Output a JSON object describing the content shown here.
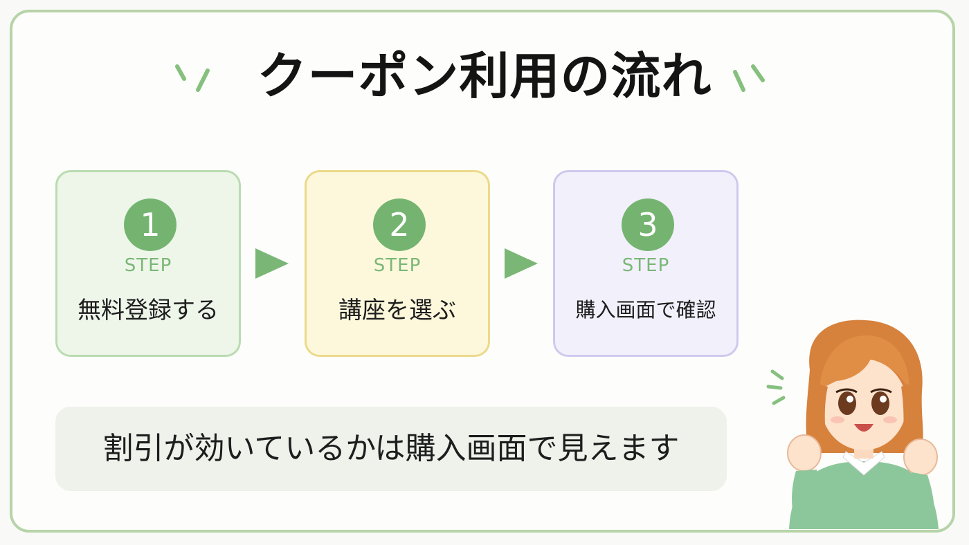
{
  "title": "クーポン利用の流れ",
  "steps": [
    {
      "number": "1",
      "word": "STEP",
      "label": "無料登録する"
    },
    {
      "number": "2",
      "word": "STEP",
      "label": "講座を選ぶ"
    },
    {
      "number": "3",
      "word": "STEP",
      "label": "購入画面で確認"
    }
  ],
  "note": "割引が効いているかは購入画面で見えます",
  "colors": {
    "accent_green": "#74b470",
    "step1_bg": "#eef6ea",
    "step1_border": "#b9dcb0",
    "step2_bg": "#fdf8dc",
    "step2_border": "#ecd98a",
    "step3_bg": "#f2f0fb",
    "step3_border": "#cfc9ee",
    "frame_border": "#b7d3a8"
  },
  "icons": {
    "arrows": "play-arrow-icon",
    "character": "cheering-girl-illustration",
    "sparkles": "sparkle-dash-icon"
  }
}
